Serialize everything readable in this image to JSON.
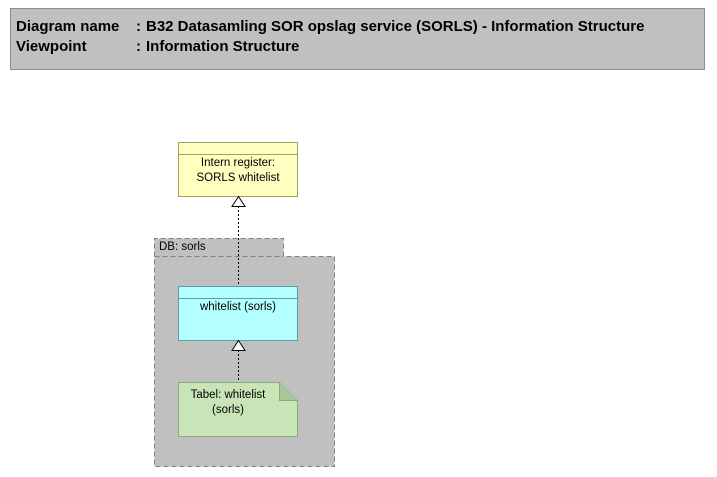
{
  "header": {
    "diagram_name_label": "Diagram name",
    "diagram_name_value": "B32 Datasamling SOR opslag service (SORLS) - Information Structure",
    "viewpoint_label": "Viewpoint",
    "viewpoint_value": "Information Structure",
    "separator": ":"
  },
  "elements": {
    "intern_register": "Intern register:\nSORLS whitelist",
    "package": "DB: sorls",
    "whitelist_object": "whitelist (sorls)",
    "table_artifact": "Tabel: whitelist\n(sorls)"
  },
  "colors": {
    "header_bg": "#c0c0c0",
    "yellow": "#ffffc0",
    "cyan": "#b3ffff",
    "green": "#c9e5b8",
    "package": "#c0c0c0"
  }
}
